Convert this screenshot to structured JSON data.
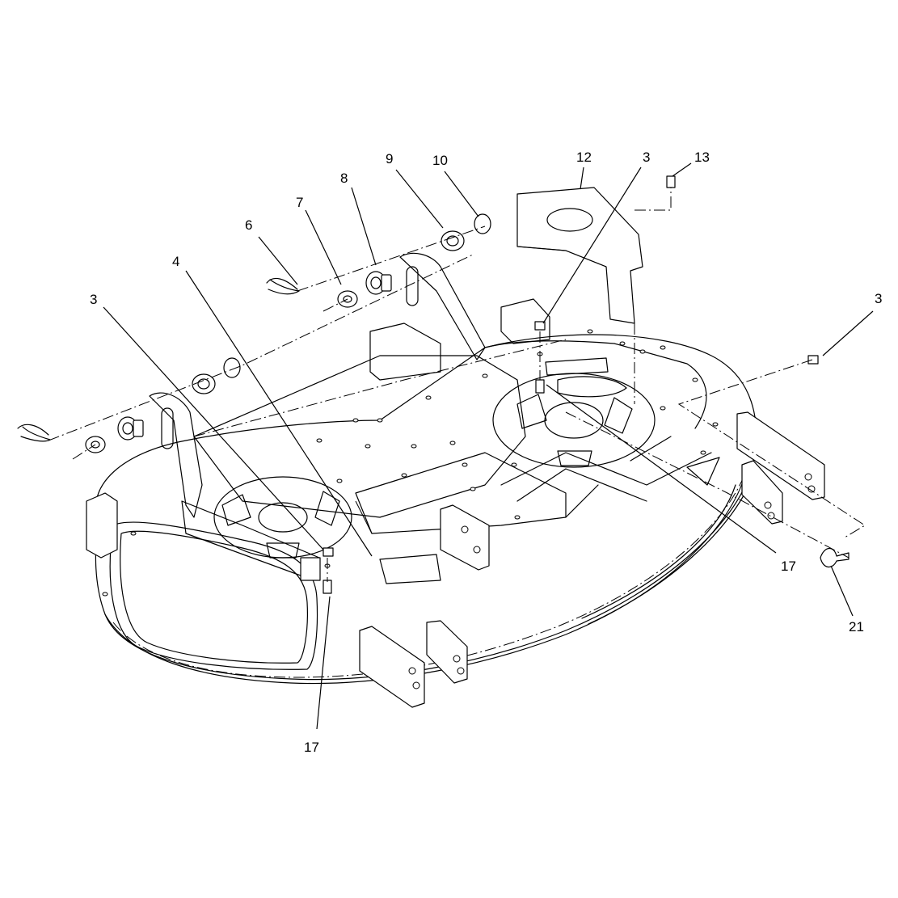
{
  "diagram": {
    "callouts": {
      "c3_left": "3",
      "c4": "4",
      "c6": "6",
      "c7": "7",
      "c8": "8",
      "c9": "9",
      "c10": "10",
      "c12": "12",
      "c3_center": "3",
      "c13": "13",
      "c3_right": "3",
      "c17_right": "17",
      "c21": "21",
      "c17_bottom": "17"
    }
  }
}
